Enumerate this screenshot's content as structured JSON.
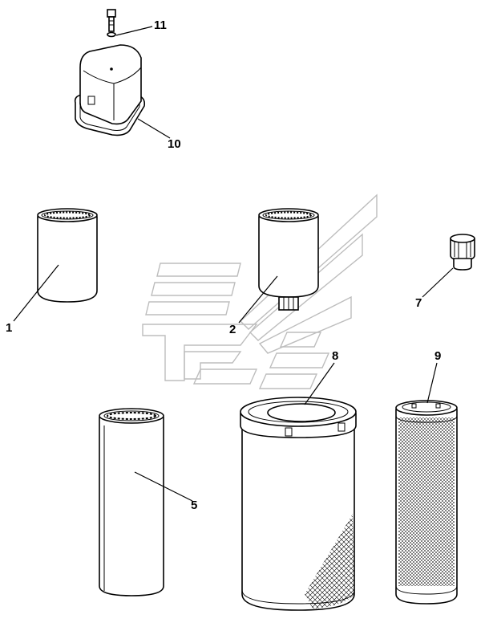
{
  "callouts": {
    "part_1": "1",
    "part_2": "2",
    "part_5": "5",
    "part_7": "7",
    "part_8": "8",
    "part_9": "9",
    "part_10": "10",
    "part_11": "11"
  }
}
